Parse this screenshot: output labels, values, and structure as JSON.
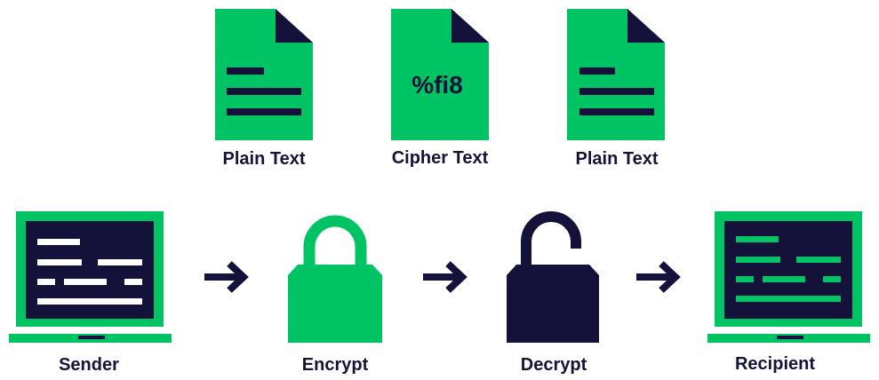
{
  "colors": {
    "green": "#00c464",
    "navy": "#14113a",
    "background": "#ffffff"
  },
  "documents": [
    {
      "label": "Plain Text",
      "content_type": "text-lines"
    },
    {
      "label": "Cipher Text",
      "content_type": "cipher",
      "cipher_text": "%fi8"
    },
    {
      "label": "Plain Text",
      "content_type": "text-lines"
    }
  ],
  "steps": [
    {
      "label": "Sender",
      "icon": "laptop-icon"
    },
    {
      "label": "Encrypt",
      "icon": "padlock-closed-icon"
    },
    {
      "label": "Decrypt",
      "icon": "padlock-open-icon"
    },
    {
      "label": "Recipient",
      "icon": "laptop-icon"
    }
  ],
  "arrows": [
    "arrow-right-icon",
    "arrow-right-icon",
    "arrow-right-icon"
  ]
}
